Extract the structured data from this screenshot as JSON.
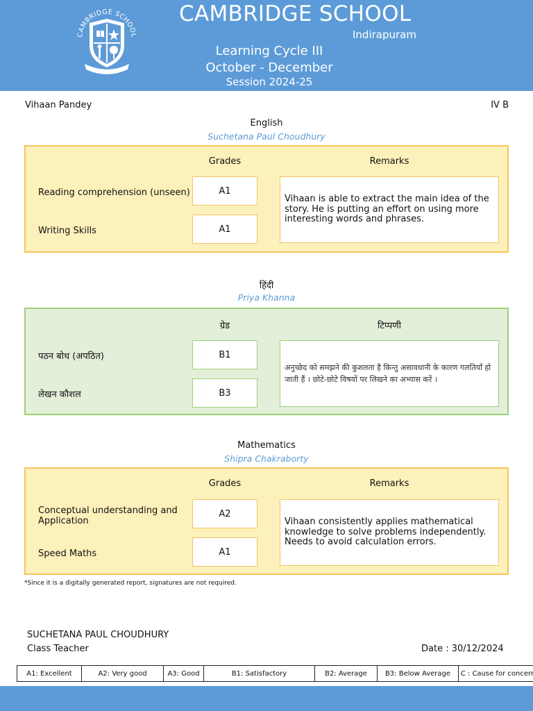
{
  "header": {
    "logo_text": "CAMBRIDGE SCHOOL",
    "school_name": "CAMBRIDGE SCHOOL",
    "location": "Indirapuram",
    "cycle": "Learning Cycle III",
    "period": "October -  December",
    "session": "Session 2024-25",
    "brand_color": "#5d9bd8"
  },
  "student": {
    "name": "Vihaan Pandey",
    "class": "IV B"
  },
  "subjects": [
    {
      "title": "English",
      "teacher": "Suchetana Paul Choudhury",
      "grade_header": "Grades",
      "remarks_header": "Remarks",
      "rows": [
        {
          "label": "Reading comprehension (unseen)",
          "grade": "A1"
        },
        {
          "label": "Writing Skills",
          "grade": "A1"
        }
      ],
      "remark": "Vihaan is able to extract the main idea of the story. He is putting an effort on using more interesting words and phrases.",
      "theme": "#f7c35a"
    },
    {
      "title": "हिंदी",
      "teacher": "Priya Khanna",
      "grade_header": "ग्रेड",
      "remarks_header": "टिप्पणी",
      "rows": [
        {
          "label": "पठन बोध (अपठित)",
          "grade": "B1"
        },
        {
          "label": "लेखन कौशल",
          "grade": "B3"
        }
      ],
      "remark": "अनुच्छेद को समझने की कुशलता है किन्तु असावधानी के कारण गलतियाँ हो जाती हैं । छोटे-छोटे विषयों पर लिखने का अभ्यास करें ।",
      "theme": "#9fd07a"
    },
    {
      "title": "Mathematics",
      "teacher": "Shipra Chakraborty",
      "grade_header": "Grades",
      "remarks_header": "Remarks",
      "rows": [
        {
          "label": "Conceptual understanding and Application",
          "grade": "A2"
        },
        {
          "label": "Speed Maths",
          "grade": "A1"
        }
      ],
      "remark": "Vihaan consistently applies mathematical knowledge to solve problems independently. Needs to avoid calculation errors.",
      "theme": "#f7c35a"
    }
  ],
  "footnote": "*Since it is a digitally generated report, signatures are not required.",
  "class_teacher": {
    "name": "SUCHETANA PAUL CHOUDHURY",
    "role": "Class Teacher"
  },
  "date": "Date : 30/12/2024",
  "legend": [
    "A1: Excellent",
    "A2: Very good",
    "A3: Good",
    "B1: Satisfactory",
    "B2: Average",
    "B3: Below Average",
    "C : Cause for concern"
  ]
}
